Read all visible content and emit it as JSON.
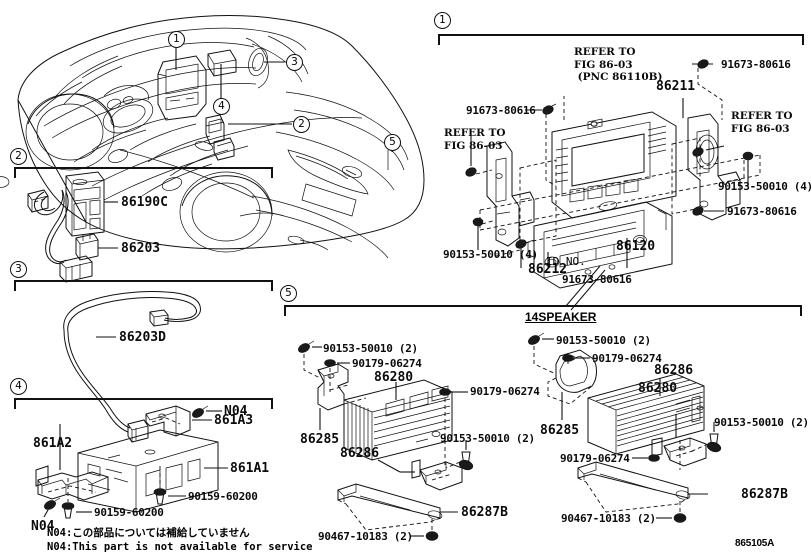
{
  "diagram": {
    "code": "865105A",
    "title_note": "Toyota/Lexus audio system parts illustration"
  },
  "vehicle_callouts": [
    {
      "id": "1",
      "label": "1"
    },
    {
      "id": "2",
      "label": "2"
    },
    {
      "id": "3",
      "label": "3"
    },
    {
      "id": "4",
      "label": "4"
    },
    {
      "id": "5",
      "label": "5"
    }
  ],
  "sections": {
    "s1": {
      "number": "1",
      "labels": [
        {
          "key": "refer_pnc",
          "text": "REFER TO\nFIG 86-03\n(PNC 86110B)"
        },
        {
          "key": "bolt_tr",
          "text": "91673-80616"
        },
        {
          "key": "bolt_tl",
          "text": "91673-80616"
        },
        {
          "key": "refer_tl",
          "text": "REFER TO\nFIG 86-03"
        },
        {
          "key": "refer_tr",
          "text": "REFER TO\nFIG 86-03"
        },
        {
          "key": "p86211",
          "text": "86211"
        },
        {
          "key": "p86212",
          "text": "86212"
        },
        {
          "key": "p86120",
          "text": "86120"
        },
        {
          "key": "idno",
          "text": "ID NO."
        },
        {
          "key": "nut_r",
          "text": "90153-50010 (4)"
        },
        {
          "key": "nut_l",
          "text": "90153-50010 (4)"
        },
        {
          "key": "bolt_r",
          "text": "91673-80616"
        },
        {
          "key": "bolt_b",
          "text": "91673-80616"
        }
      ]
    },
    "s2": {
      "number": "2",
      "labels": [
        {
          "key": "p86190C",
          "text": "86190C"
        },
        {
          "key": "p86203",
          "text": "86203"
        }
      ]
    },
    "s3": {
      "number": "3",
      "labels": [
        {
          "key": "p86203D",
          "text": "86203D"
        }
      ]
    },
    "s4": {
      "number": "4",
      "labels": [
        {
          "key": "n04_top",
          "text": "N04"
        },
        {
          "key": "n04_left",
          "text": "N04"
        },
        {
          "key": "p861A3",
          "text": "861A3"
        },
        {
          "key": "p861A2",
          "text": "861A2"
        },
        {
          "key": "p861A1",
          "text": "861A1"
        },
        {
          "key": "screw_r",
          "text": "90159-60200"
        },
        {
          "key": "screw_l",
          "text": "90159-60200"
        }
      ],
      "note_jp": "N04:この部品については補給していません",
      "note_en": "N04:This part is not available for service"
    },
    "s5": {
      "number": "5",
      "variant_label": "14SPEAKER",
      "left_group": [
        {
          "key": "nut_tl",
          "text": "90153-50010 (2)"
        },
        {
          "key": "nut2_tl",
          "text": "90179-06274"
        },
        {
          "key": "p86280",
          "text": "86280"
        },
        {
          "key": "nut_r",
          "text": "90179-06274"
        },
        {
          "key": "nut2_r",
          "text": "90153-50010 (2)"
        },
        {
          "key": "p86285",
          "text": "86285"
        },
        {
          "key": "p86286",
          "text": "86286"
        },
        {
          "key": "p86287B",
          "text": "86287B"
        },
        {
          "key": "clip",
          "text": "90467-10183 (2)"
        }
      ],
      "right_group": [
        {
          "key": "nut_tl",
          "text": "90153-50010 (2)"
        },
        {
          "key": "nut2_tl",
          "text": "90179-06274"
        },
        {
          "key": "p86280",
          "text": "86280"
        },
        {
          "key": "p86285",
          "text": "86285"
        },
        {
          "key": "p86286",
          "text": "86286"
        },
        {
          "key": "nut_bl",
          "text": "90179-06274"
        },
        {
          "key": "nut_r",
          "text": "90153-50010 (2)"
        },
        {
          "key": "p86287B",
          "text": "86287B"
        },
        {
          "key": "clip",
          "text": "90467-10183 (2)"
        }
      ]
    }
  },
  "colors": {
    "ink": "#111111",
    "paper": "#ffffff",
    "shade": "#d8d8d8"
  }
}
